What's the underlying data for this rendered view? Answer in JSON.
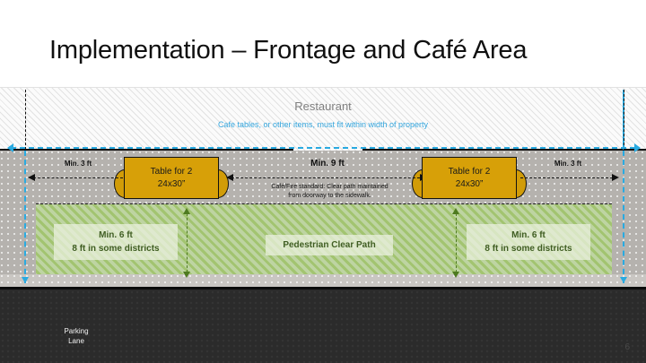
{
  "slide": {
    "title": "Implementation – Frontage and Café Area",
    "page_number": "6"
  },
  "building": {
    "name": "Restaurant",
    "note": "Cafe tables, or other items, must fit within width of property",
    "note_color": "#33a5dd",
    "name_color": "#808080"
  },
  "tables": {
    "left": {
      "line1": "Table for 2",
      "line2": "24x30”"
    },
    "right": {
      "line1": "Table for 2",
      "line2": "24x30”"
    },
    "fill_color": "#d7a008"
  },
  "dimensions": {
    "left_setback": "Min. 3 ft",
    "right_setback": "Min. 3 ft",
    "center_clearance": "Min. 9 ft",
    "center_note_line1": "Café/Fire standard: Clear path maintained",
    "center_note_line2": "from doorway to the sidewalk."
  },
  "clear_path": {
    "left_box_line1": "Min. 6 ft",
    "left_box_line2": "8 ft in some districts",
    "center_box": "Pedestrian Clear Path",
    "right_box_line1": "Min. 6 ft",
    "right_box_line2": "8 ft in some districts",
    "band_color": "#bdd2a3"
  },
  "road": {
    "label_line1": "Parking",
    "label_line2": "Lane",
    "color": "#2b2b2b"
  },
  "property_line": {
    "color": "#29aae1"
  }
}
